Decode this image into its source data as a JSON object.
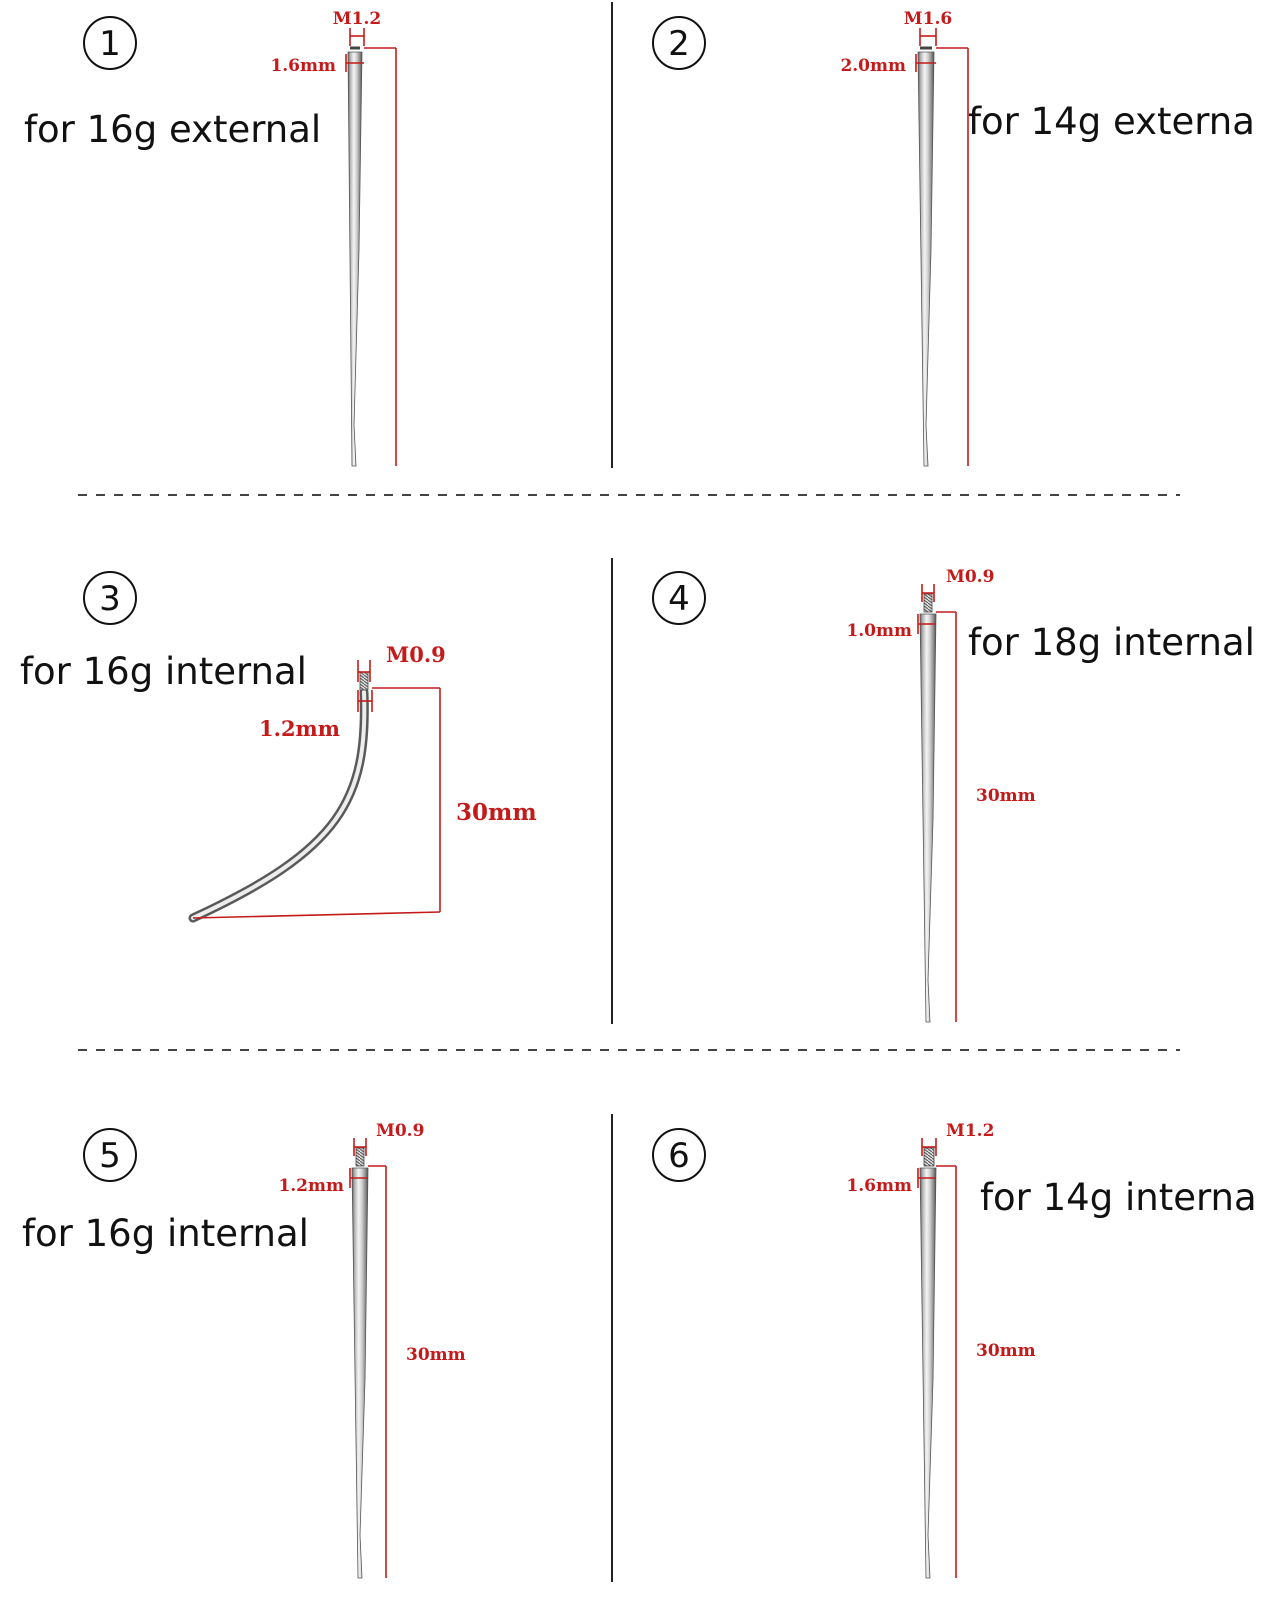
{
  "panels": [
    {
      "number": "1",
      "caption": "for 16g external",
      "thread": "M1.2",
      "width": "1.6mm"
    },
    {
      "number": "2",
      "caption": "for 14g externa",
      "thread": "M1.6",
      "width": "2.0mm"
    },
    {
      "number": "3",
      "caption": "for 16g internal",
      "thread": "M0.9",
      "width": "1.2mm",
      "length": "30mm"
    },
    {
      "number": "4",
      "caption": "for 18g internal",
      "thread": "M0.9",
      "width": "1.0mm",
      "length": "30mm"
    },
    {
      "number": "5",
      "caption": "for 16g internal",
      "thread": "M0.9",
      "width": "1.2mm",
      "length": "30mm"
    },
    {
      "number": "6",
      "caption": "for 14g interna",
      "thread": "M1.2",
      "width": "1.6mm",
      "length": "30mm"
    }
  ],
  "colors": {
    "dimension": "#c41a1a",
    "text": "#111111",
    "steel_dark": "#6a6a6a",
    "steel_light": "#f2f2f2"
  }
}
